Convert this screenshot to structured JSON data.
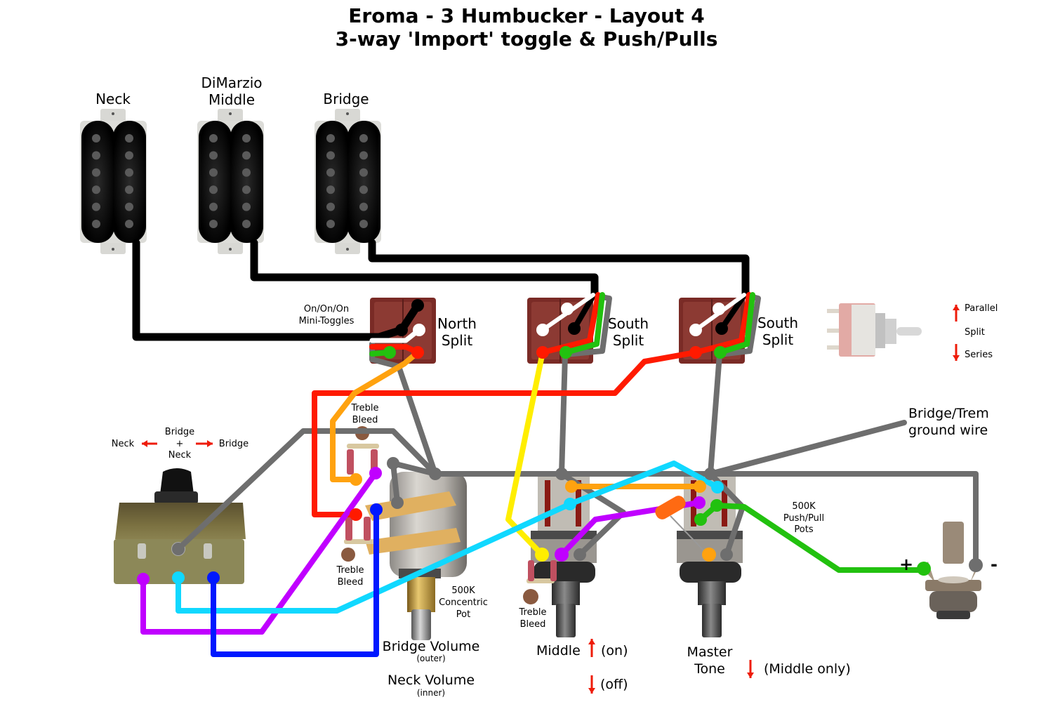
{
  "title": {
    "line1": "Eroma - 3 Humbucker - Layout 4",
    "line2": "3-way 'Import' toggle & Push/Pulls"
  },
  "pickups": [
    {
      "id": "neck",
      "label_lines": [
        "Neck"
      ]
    },
    {
      "id": "middle",
      "label_lines": [
        "DiMarzio",
        "Middle"
      ]
    },
    {
      "id": "bridge",
      "label_lines": [
        "Bridge"
      ]
    }
  ],
  "mini_toggles": {
    "caption_line1": "On/On/On",
    "caption_line2": "Mini-Toggles",
    "switches": [
      {
        "id": "neck-toggle",
        "label_line1": "North",
        "label_line2": "Split"
      },
      {
        "id": "middle-toggle",
        "label_line1": "South",
        "label_line2": "Split"
      },
      {
        "id": "bridge-toggle",
        "label_line1": "South",
        "label_line2": "Split"
      }
    ],
    "legend": {
      "up": "Parallel",
      "middle": "Split",
      "down": "Series"
    }
  },
  "three_way": {
    "left": "Neck",
    "center_line1": "Bridge",
    "center_line2": "+",
    "center_line3": "Neck",
    "right": "Bridge"
  },
  "concentric_pot": {
    "spec_line1": "500K",
    "spec_line2": "Concentric",
    "spec_line3": "Pot",
    "outer_label": "Bridge Volume",
    "outer_sub": "(outer)",
    "inner_label": "Neck Volume",
    "inner_sub": "(inner)"
  },
  "treble_bleed_label_line1": "Treble",
  "treble_bleed_label_line2": "Bleed",
  "push_pull": {
    "spec_line1": "500K",
    "spec_line2": "Push/Pull",
    "spec_line3": "Pots",
    "middle_label": "Middle",
    "middle_up": "(on)",
    "middle_down": "(off)",
    "tone_label_line1": "Master",
    "tone_label_line2": "Tone",
    "tone_down": "(Middle only)"
  },
  "ground": {
    "label_line1": "Bridge/Trem",
    "label_line2": "ground wire"
  },
  "jack": {
    "plus": "+",
    "minus": "-"
  },
  "wire_colors": {
    "black": "#000000",
    "white": "#ffffff",
    "red": "#ff1a00",
    "green": "#22c10f",
    "gray": "#6e6e6e",
    "orange": "#ffa20f",
    "yellow": "#ffee00",
    "purple": "#c000ff",
    "cyan": "#10d8ff",
    "blue": "#0018ff",
    "arrow_red": "#ee1c0a"
  }
}
